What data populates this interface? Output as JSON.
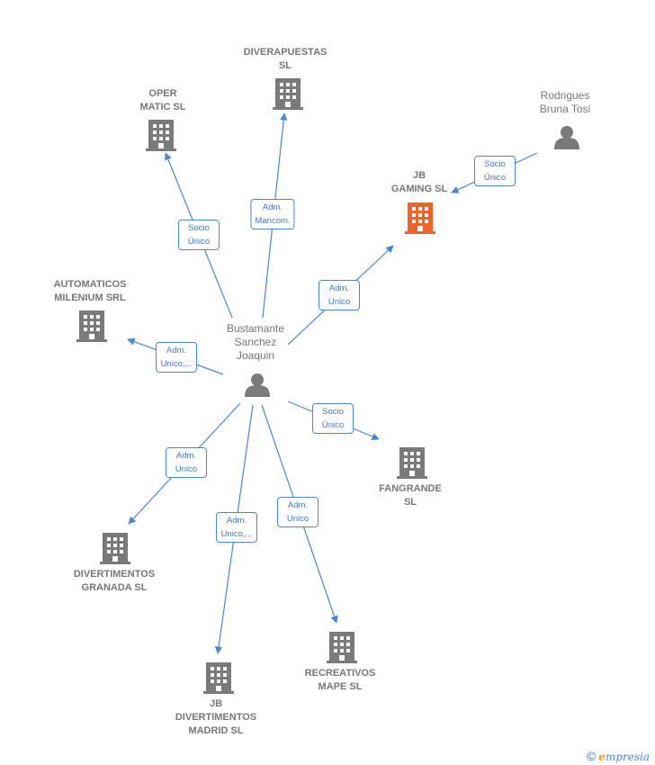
{
  "colors": {
    "edge": "#4a87d6",
    "company": "#7a7a7a",
    "focus_company": "#f0642a",
    "person": "#7a7a7a"
  },
  "center_person": {
    "name": "Bustamante\nSanchez\nJoaquin",
    "icon": "person-icon"
  },
  "other_person": {
    "name": "Rodrigues\nBruna Tosi",
    "icon": "person-icon"
  },
  "companies": [
    {
      "id": "diverapuestas",
      "name": "DIVERAPUESTAS\nSL",
      "icon": "building-icon"
    },
    {
      "id": "oper",
      "name": "OPER\nMATIC  SL",
      "icon": "building-icon"
    },
    {
      "id": "jbgaming",
      "name": "JB\nGAMING  SL",
      "icon": "building-icon",
      "focus": true
    },
    {
      "id": "automaticos",
      "name": "AUTOMATICOS\nMILENIUM SRL",
      "icon": "building-icon"
    },
    {
      "id": "fangrande",
      "name": "FANGRANDE\nSL",
      "icon": "building-icon"
    },
    {
      "id": "divgranada",
      "name": "DIVERTIMENTOS\nGRANADA SL",
      "icon": "building-icon"
    },
    {
      "id": "jbmadrid",
      "name": "JB\nDIVERTIMENTOS\nMADRID  SL",
      "icon": "building-icon"
    },
    {
      "id": "recreativos",
      "name": "RECREATIVOS\nMAPE SL",
      "icon": "building-icon"
    }
  ],
  "edges": [
    {
      "to": "oper",
      "label": "Socio\nÚnico"
    },
    {
      "to": "diverapuestas",
      "label": "Adm.\nMancom."
    },
    {
      "to": "jbgaming",
      "label": "Adm.\nUnico"
    },
    {
      "to": "automaticos",
      "label": "Adm.\nUnico,..."
    },
    {
      "to": "fangrande",
      "label": "Socio\nÚnico"
    },
    {
      "to": "divgranada",
      "label": "Adm.\nUnico"
    },
    {
      "to": "jbmadrid",
      "label": "Adm.\nUnico,..."
    },
    {
      "to": "recreativos",
      "label": "Adm.\nUnico"
    },
    {
      "from": "other_person",
      "to": "jbgaming",
      "label": "Socio\nÚnico"
    }
  ],
  "footer": {
    "copyright": "©",
    "brand_initial": "e",
    "brand_rest": "mpresia"
  }
}
